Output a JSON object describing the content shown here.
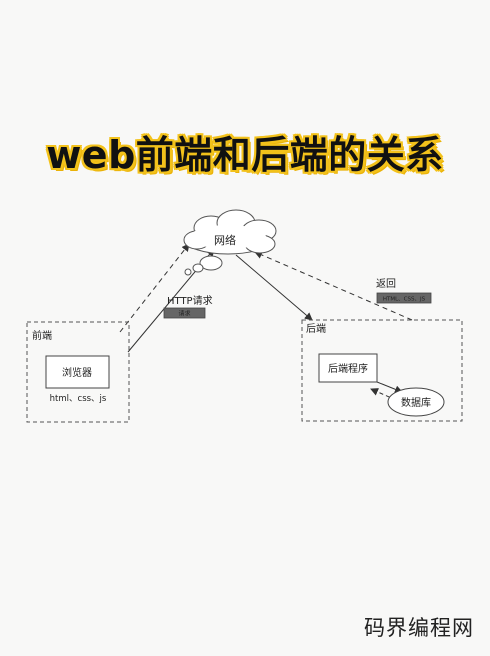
{
  "title": "web前端和后端的关系",
  "diagram": {
    "network_label": "网络",
    "http_request_label": "HTTP请求",
    "request_tag": "请求",
    "return_label": "返回",
    "return_tag": "HTML、CSS、JS",
    "frontend": {
      "title": "前端",
      "browser_label": "浏览器",
      "tech_label": "html、css、js"
    },
    "backend": {
      "title": "后端",
      "program_label": "后端程序",
      "database_label": "数据库"
    }
  },
  "watermark": "码界编程网"
}
